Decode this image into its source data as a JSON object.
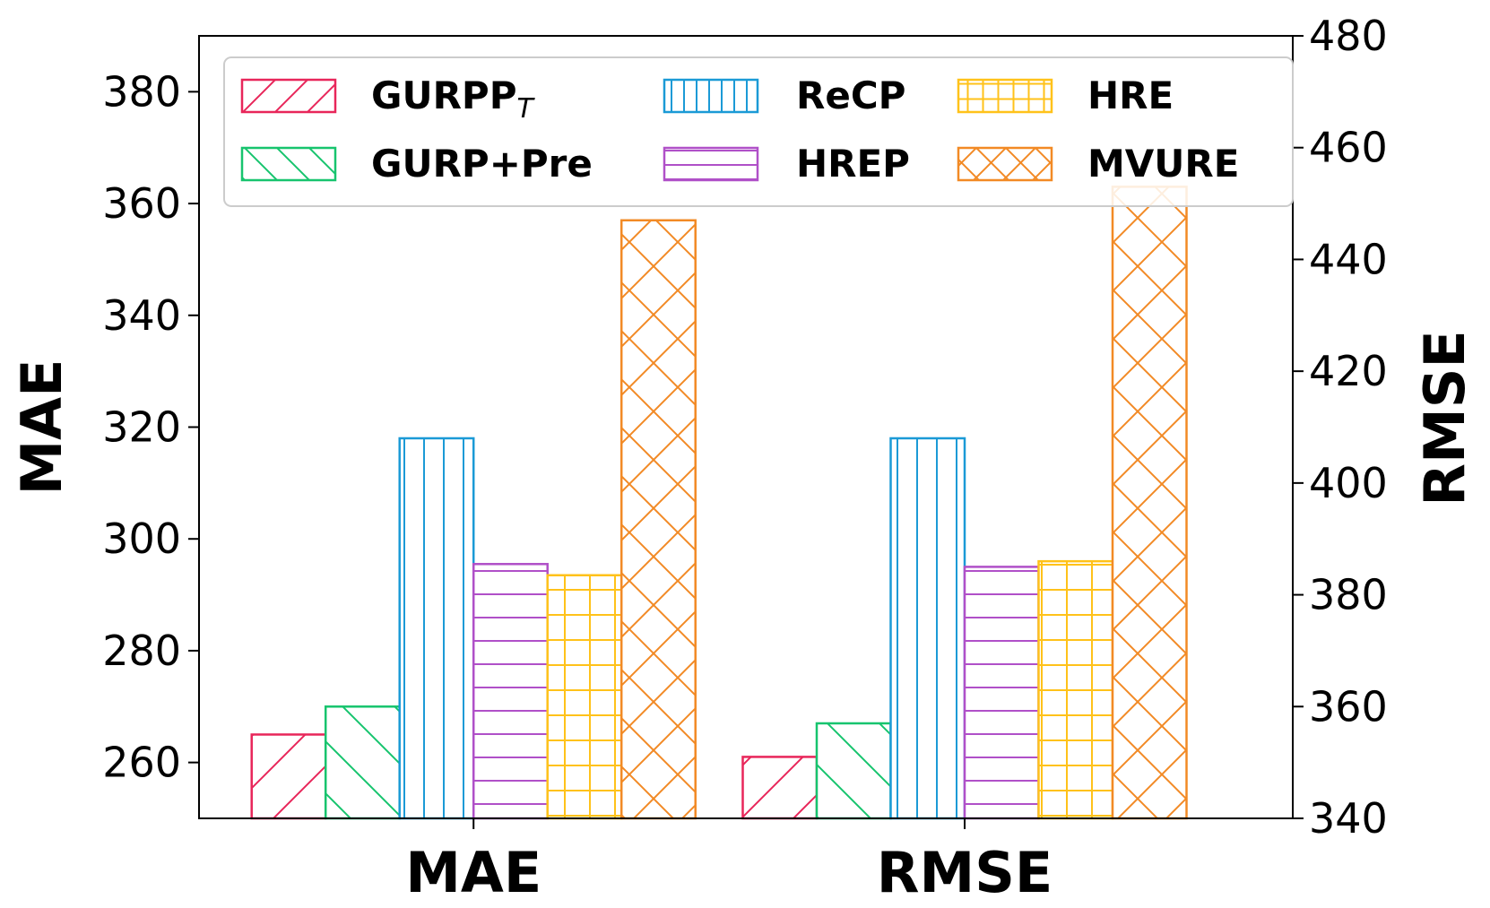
{
  "chart_data": {
    "type": "bar",
    "categories": [
      "MAE",
      "RMSE"
    ],
    "left_axis": {
      "label": "MAE",
      "range": [
        250,
        390
      ],
      "ticks": [
        260,
        280,
        300,
        320,
        340,
        360,
        380
      ]
    },
    "right_axis": {
      "label": "RMSE",
      "range": [
        340,
        480
      ],
      "ticks": [
        340,
        360,
        380,
        400,
        420,
        440,
        460,
        480
      ]
    },
    "series": [
      {
        "name": "GURPP",
        "subscript": "T",
        "color": "#e8265a",
        "hatch": "diag-fwd",
        "values": [
          265,
          351
        ]
      },
      {
        "name": "GURP+Pre",
        "color": "#17c46e",
        "hatch": "diag-back",
        "values": [
          270,
          357
        ]
      },
      {
        "name": "ReCP",
        "color": "#1b9ad6",
        "hatch": "vertical",
        "values": [
          318,
          408
        ]
      },
      {
        "name": "HREP",
        "color": "#b050c8",
        "hatch": "horizontal",
        "values": [
          295.5,
          385
        ]
      },
      {
        "name": "HRE",
        "color": "#ffc21a",
        "hatch": "grid",
        "values": [
          293.5,
          386
        ]
      },
      {
        "name": "MVURE",
        "color": "#f28a25",
        "hatch": "cross",
        "values": [
          357,
          453
        ]
      }
    ],
    "legend": {
      "position": "top",
      "columns": 3
    },
    "grid": false
  }
}
